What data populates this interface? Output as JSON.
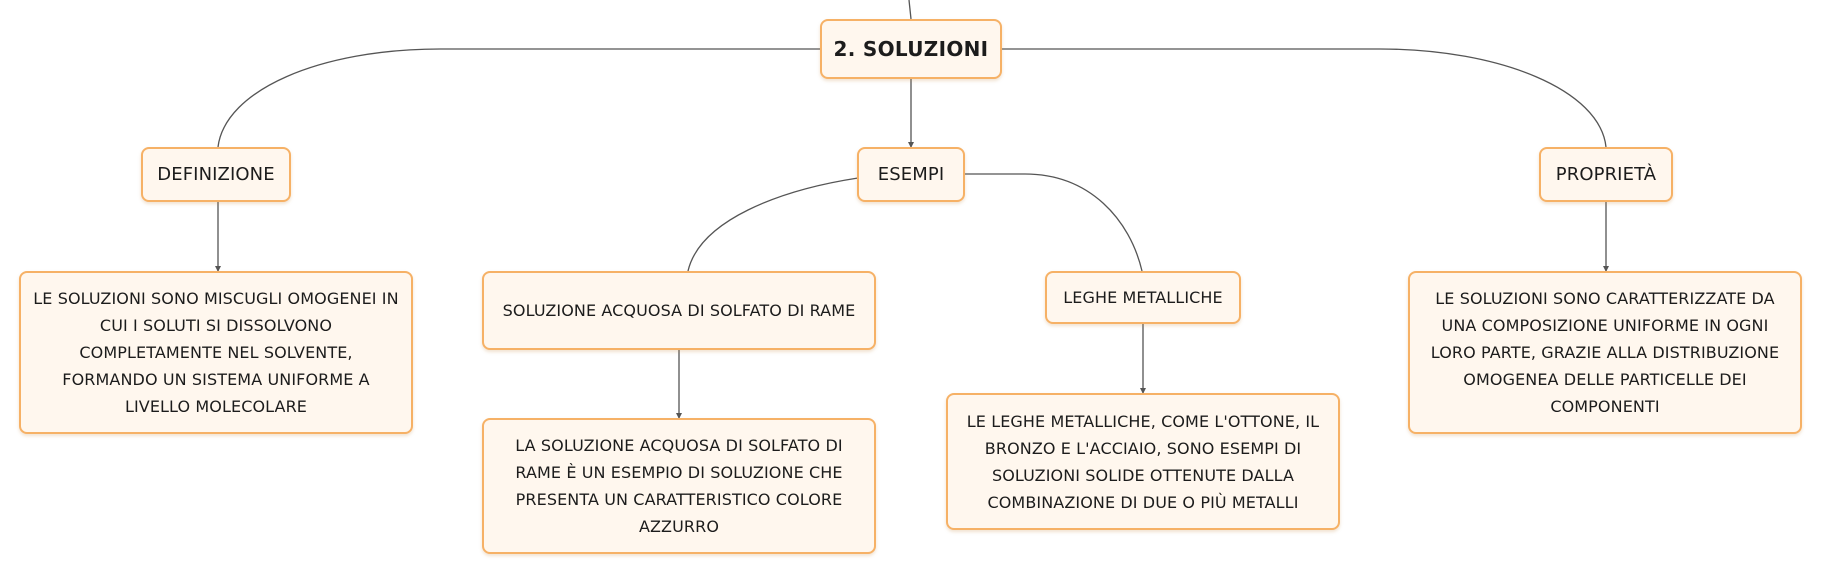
{
  "root": {
    "label": "2. SOLUZIONI"
  },
  "branches": {
    "definizione": {
      "label": "DEFINIZIONE",
      "text": "LE SOLUZIONI SONO MISCUGLI OMOGENEI IN CUI I SOLUTI SI DISSOLVONO COMPLETAMENTE NEL SOLVENTE, FORMANDO UN SISTEMA UNIFORME A LIVELLO MOLECOLARE"
    },
    "esempi": {
      "label": "ESEMPI",
      "solfato": {
        "label": "SOLUZIONE ACQUOSA DI SOLFATO DI RAME",
        "text": "LA SOLUZIONE ACQUOSA DI SOLFATO DI RAME È UN ESEMPIO DI SOLUZIONE CHE PRESENTA UN CARATTERISTICO COLORE AZZURRO"
      },
      "leghe": {
        "label": "LEGHE METALLICHE",
        "text": "LE LEGHE METALLICHE, COME L'OTTONE, IL BRONZO E L'ACCIAIO, SONO ESEMPI DI SOLUZIONI SOLIDE OTTENUTE DALLA COMBINAZIONE DI DUE O PIÙ METALLI"
      }
    },
    "proprieta": {
      "label": "PROPRIETÀ",
      "text": "LE SOLUZIONI SONO CARATTERIZZATE DA UNA COMPOSIZIONE UNIFORME IN OGNI LORO PARTE, GRAZIE ALLA DISTRIBUZIONE OMOGENEA DELLE PARTICELLE DEI COMPONENTI"
    }
  },
  "colors": {
    "node_border": "#f6b166",
    "node_fill": "#fff7ee",
    "connector": "#555555",
    "text": "#1c1c1c"
  }
}
